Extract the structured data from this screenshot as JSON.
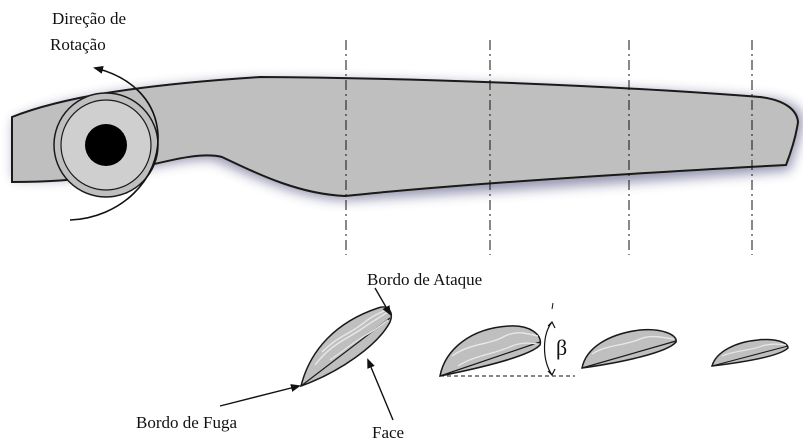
{
  "labels": {
    "rotation_line1": "Direção de",
    "rotation_line2": "Rotação",
    "leading_edge": "Bordo de Ataque",
    "trailing_edge": "Bordo de Fuga",
    "face": "Face",
    "angle": "β"
  },
  "colors": {
    "blade_fill": "#bfbfbf",
    "outline": "#1a1a1a",
    "hub": "#000000",
    "shadow": "#3c3c6e"
  },
  "section_count": 4
}
